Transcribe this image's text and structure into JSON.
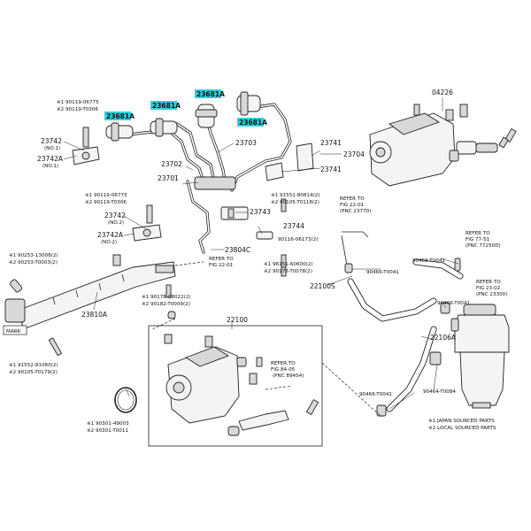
{
  "colors": {
    "highlight": "#2fd0dc",
    "ink": "#222222",
    "background": "#ffffff"
  },
  "parts": {
    "p04226": "04226",
    "hl1": "23681A",
    "hl2": "23681A",
    "hl3": "23681A",
    "hl4": "23681A",
    "p23742_top": "23742",
    "p23742_top_no": "(NO.1)",
    "p23742A_top": "23742A",
    "p23742A_top_no": "(NO.1)",
    "p23703": "23703",
    "p23702": "23702",
    "p23701": "23701",
    "p23741a": "23741",
    "p23741b": "23741",
    "p23704": "23704",
    "p23743": "23743",
    "p23744": "23744",
    "p23742_mid": "23742",
    "p23742_mid_no": "(NO.2)",
    "p23742A_mid": "23742A",
    "p23742A_mid_no": "(NO.2)",
    "p23804C": "23804C",
    "p23810A": "23810A",
    "p22100": "22100",
    "p22100S": "22100S",
    "p22106A": "22106A",
    "mark": "MARK"
  },
  "fasteners": {
    "f1": "※1 90119-06775",
    "f2": "※2 90119-T0306",
    "f3": "※1 90119-06775",
    "f4": "※2 90119-T0306",
    "f5": "※1 91551-80814(2)",
    "f6": "※2 90105-T0118(2)",
    "f7": "90116-06173(2)",
    "f8": "※1 96151-60600(2)",
    "f9": "※2 90178-T0078(2)",
    "f10": "※1 90253-13008(2)",
    "f11": "※2 90253-T0003(2)",
    "f12": "※1 90178-08022(2)",
    "f13": "※2 90182-T0009(2)",
    "f14": "※1 91552-81060(2)",
    "f15": "※2 90105-T0179(2)",
    "f16": "※1 90301-49003",
    "f17": "※2 90301-T0011",
    "c1": "90466-T0041",
    "c2": "90466-T0041",
    "c3": "90466-T0041",
    "c4": "90466-T0041",
    "c5": "90464-T0084"
  },
  "refs": {
    "r1_a": "REFER TO",
    "r1_b": "FIG 22-01",
    "r1_c": "(PNC 23770)",
    "r2_a": "REFER TO",
    "r2_b": "FIG 77-51",
    "r2_c": "(PNC 77250D)",
    "r3_a": "REFER TO",
    "r3_b": "FIG 23-02",
    "r3_c": "(PNC 23300)",
    "r4_a": "REFER TO",
    "r4_b": "FIG 22-01",
    "r5_a": "REFER TO",
    "r5_b": "FIG 84-05",
    "r5_c": "(PNC 89454)"
  },
  "legend": {
    "line1": "※1 JAPAN SOURCED PARTS",
    "line2": "※2 LOCAL SOURCED PARTS"
  }
}
